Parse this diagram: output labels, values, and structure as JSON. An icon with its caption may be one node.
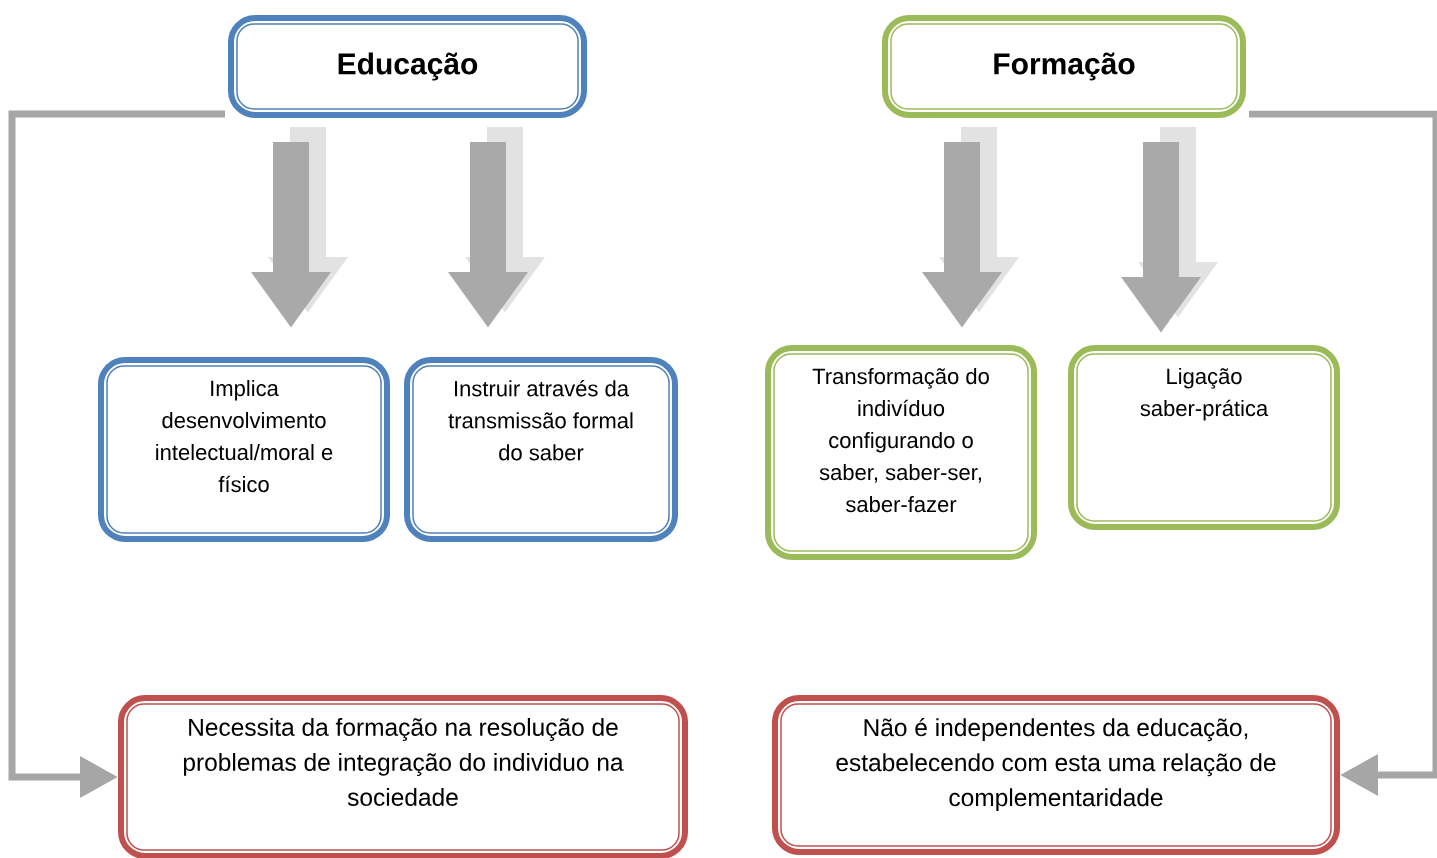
{
  "diagram": {
    "nodes": [
      {
        "text": [
          "Educação"
        ]
      },
      {
        "text": [
          "Formação"
        ]
      },
      {
        "text": [
          "Implica desenvolvimento intelectual/moral e físico"
        ]
      },
      {
        "text": [
          "Instruir através da transmissão formal do saber"
        ]
      },
      {
        "text": [
          "Transformação do indivíduo configurando o saber, saber-ser, saber-fazer"
        ]
      },
      {
        "text": [
          "Ligação saber-prática"
        ]
      },
      {
        "text": [
          "Necessita da formação na resolução de problemas de integração do individuo na sociedade"
        ]
      },
      {
        "text": [
          "Não é independentes da educação, estabelecendo com esta uma relação de complementaridade"
        ]
      }
    ],
    "edges": [
      {
        "from": 0,
        "to": 2,
        "arrow": "to"
      },
      {
        "from": 0,
        "to": 3,
        "arrow": "to"
      },
      {
        "from": 1,
        "to": 4,
        "arrow": "to"
      },
      {
        "from": 1,
        "to": 5,
        "arrow": "to"
      },
      {
        "from": 0,
        "to": 6,
        "arrow": "to"
      },
      {
        "from": 1,
        "to": 7,
        "arrow": "to"
      }
    ]
  }
}
